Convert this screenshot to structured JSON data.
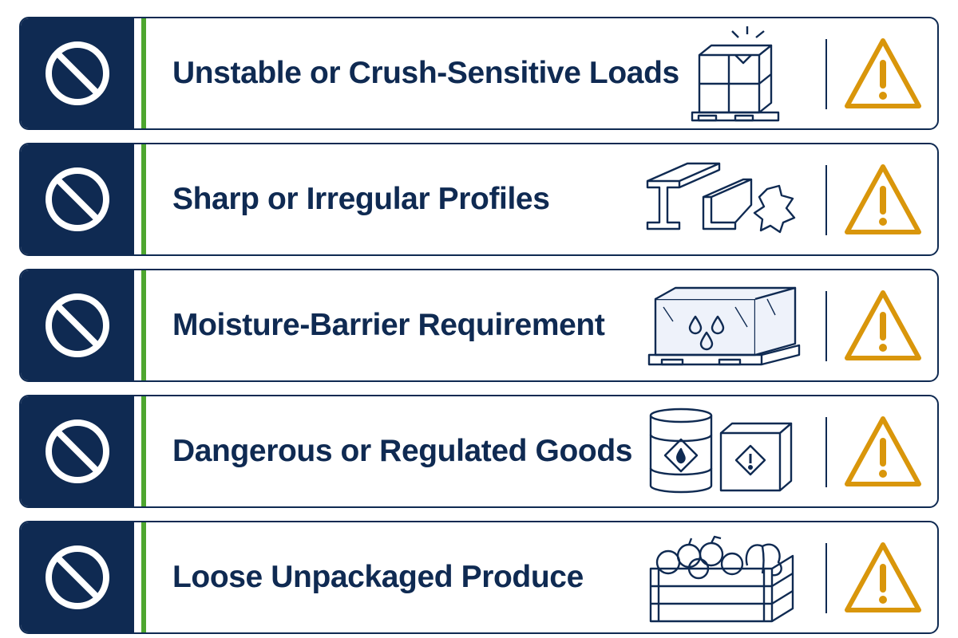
{
  "colors": {
    "navy": "#0f2a52",
    "accent_green": "#4ea62f",
    "warning_amber": "#d9960b",
    "icon_white": "#ffffff"
  },
  "icons": {
    "prohibited": "prohibited-icon",
    "warning": "warning-triangle-icon"
  },
  "rows": [
    {
      "label": "Unstable or Crush-Sensitive Loads",
      "illustration": "crushed-boxes-on-pallet-icon"
    },
    {
      "label": "Sharp or Irregular Profiles",
      "illustration": "steel-profiles-icon"
    },
    {
      "label": "Moisture-Barrier Requirement",
      "illustration": "wrapped-pallet-with-droplets-icon"
    },
    {
      "label": "Dangerous or Regulated Goods",
      "illustration": "hazmat-drum-and-box-icon"
    },
    {
      "label": "Loose Unpackaged Produce",
      "illustration": "produce-crate-icon"
    }
  ]
}
